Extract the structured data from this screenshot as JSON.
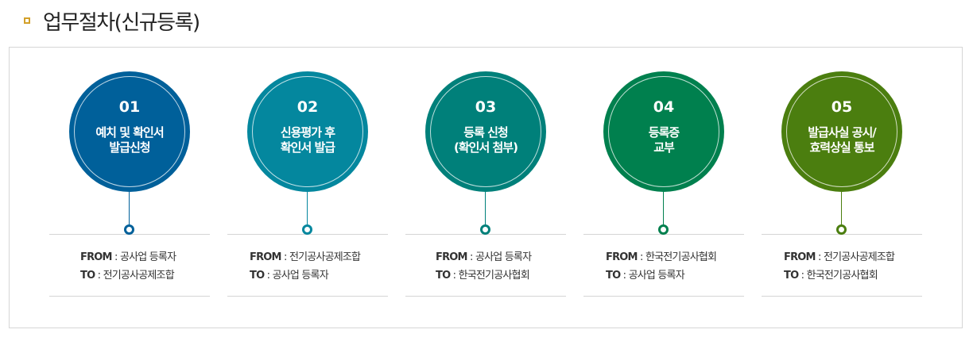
{
  "heading": {
    "title": "업무절차(신규등록)"
  },
  "route_labels": {
    "from": "FROM",
    "to": "TO",
    "separator": " : "
  },
  "steps": [
    {
      "number": "01",
      "title_line1": "예치 및 확인서",
      "title_line2": "발급신청",
      "from": "공사업 등록자",
      "to": "전기공사공제조합",
      "color": "#00609a"
    },
    {
      "number": "02",
      "title_line1": "신용평가 후",
      "title_line2": "확인서 발급",
      "from": "전기공사공제조합",
      "to": "공사업 등록자",
      "color": "#04879e"
    },
    {
      "number": "03",
      "title_line1": "등록 신청",
      "title_line2": "(확인서 첨부)",
      "from": "공사업 등록자",
      "to": "한국전기공사협회",
      "color": "#00807a"
    },
    {
      "number": "04",
      "title_line1": "등록증",
      "title_line2": "교부",
      "from": "한국전기공사협회",
      "to": "공사업 등록자",
      "color": "#00804e"
    },
    {
      "number": "05",
      "title_line1": "발급사실 공시/",
      "title_line2": "효력상실 통보",
      "from": "전기공사공제조합",
      "to": "한국전기공사협회",
      "color": "#4b7e0f"
    }
  ]
}
